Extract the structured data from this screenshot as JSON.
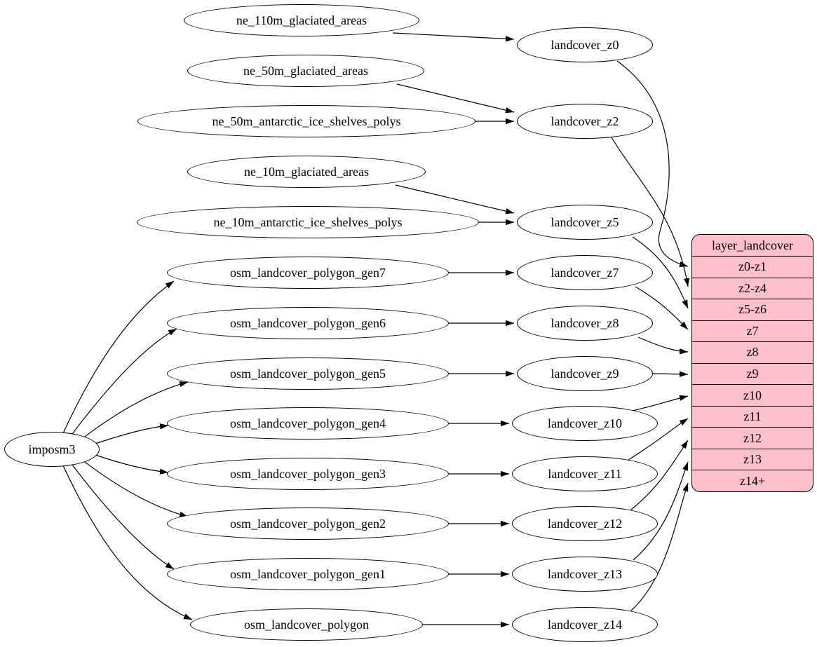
{
  "colors": {
    "table_fill": "#ffc0cb",
    "node_fill": "#ffffff",
    "edge": "#000000"
  },
  "graph": {
    "root": "imposm3",
    "sources": [
      "ne_110m_glaciated_areas",
      "ne_50m_glaciated_areas",
      "ne_50m_antarctic_ice_shelves_polys",
      "ne_10m_glaciated_areas",
      "ne_10m_antarctic_ice_shelves_polys",
      "osm_landcover_polygon_gen7",
      "osm_landcover_polygon_gen6",
      "osm_landcover_polygon_gen5",
      "osm_landcover_polygon_gen4",
      "osm_landcover_polygon_gen3",
      "osm_landcover_polygon_gen2",
      "osm_landcover_polygon_gen1",
      "osm_landcover_polygon"
    ],
    "transforms": [
      "landcover_z0",
      "landcover_z2",
      "landcover_z5",
      "landcover_z7",
      "landcover_z8",
      "landcover_z9",
      "landcover_z10",
      "landcover_z11",
      "landcover_z12",
      "landcover_z13",
      "landcover_z14"
    ],
    "table": {
      "title": "layer_landcover",
      "rows": [
        "z0-z1",
        "z2-z4",
        "z5-z6",
        "z7",
        "z8",
        "z9",
        "z10",
        "z11",
        "z12",
        "z13",
        "z14+"
      ]
    },
    "edges": [
      [
        "imposm3",
        "osm_landcover_polygon_gen7"
      ],
      [
        "imposm3",
        "osm_landcover_polygon_gen6"
      ],
      [
        "imposm3",
        "osm_landcover_polygon_gen5"
      ],
      [
        "imposm3",
        "osm_landcover_polygon_gen4"
      ],
      [
        "imposm3",
        "osm_landcover_polygon_gen3"
      ],
      [
        "imposm3",
        "osm_landcover_polygon_gen2"
      ],
      [
        "imposm3",
        "osm_landcover_polygon_gen1"
      ],
      [
        "imposm3",
        "osm_landcover_polygon"
      ],
      [
        "ne_110m_glaciated_areas",
        "landcover_z0"
      ],
      [
        "ne_50m_glaciated_areas",
        "landcover_z2"
      ],
      [
        "ne_50m_antarctic_ice_shelves_polys",
        "landcover_z2"
      ],
      [
        "ne_10m_glaciated_areas",
        "landcover_z5"
      ],
      [
        "ne_10m_antarctic_ice_shelves_polys",
        "landcover_z5"
      ],
      [
        "osm_landcover_polygon_gen7",
        "landcover_z7"
      ],
      [
        "osm_landcover_polygon_gen6",
        "landcover_z8"
      ],
      [
        "osm_landcover_polygon_gen5",
        "landcover_z9"
      ],
      [
        "osm_landcover_polygon_gen4",
        "landcover_z10"
      ],
      [
        "osm_landcover_polygon_gen3",
        "landcover_z11"
      ],
      [
        "osm_landcover_polygon_gen2",
        "landcover_z12"
      ],
      [
        "osm_landcover_polygon_gen1",
        "landcover_z13"
      ],
      [
        "osm_landcover_polygon",
        "landcover_z14"
      ],
      [
        "landcover_z0",
        "layer_landcover.z0-z1"
      ],
      [
        "landcover_z2",
        "layer_landcover.z2-z4"
      ],
      [
        "landcover_z5",
        "layer_landcover.z5-z6"
      ],
      [
        "landcover_z7",
        "layer_landcover.z7"
      ],
      [
        "landcover_z8",
        "layer_landcover.z8"
      ],
      [
        "landcover_z9",
        "layer_landcover.z9"
      ],
      [
        "landcover_z10",
        "layer_landcover.z10"
      ],
      [
        "landcover_z11",
        "layer_landcover.z11"
      ],
      [
        "landcover_z12",
        "layer_landcover.z12"
      ],
      [
        "landcover_z13",
        "layer_landcover.z13"
      ],
      [
        "landcover_z14",
        "layer_landcover.z14+"
      ]
    ]
  }
}
